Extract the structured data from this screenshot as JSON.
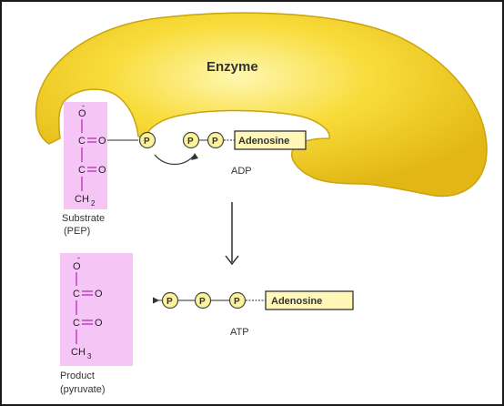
{
  "enzyme_label": "Enzyme",
  "substrate": {
    "atoms": [
      "O",
      "C",
      "O",
      "C",
      "O",
      "CH"
    ],
    "charge": "-",
    "subscript": "2",
    "label_line1": "Substrate",
    "label_line2": "(PEP)"
  },
  "product": {
    "atoms": [
      "O",
      "C",
      "O",
      "C",
      "O",
      "CH"
    ],
    "charge": "-",
    "subscript": "3",
    "label_line1": "Product",
    "label_line2": "(pyruvate)"
  },
  "phosphate_symbol": "P",
  "adenosine_label": "Adenosine",
  "adp_label": "ADP",
  "atp_label": "ATP",
  "colors": {
    "enzyme_fill": "#f6d21c",
    "enzyme_edge": "#c9a40c",
    "molecule_bg": "#f5c6f5",
    "bond": "#c040c0",
    "phosphate_fill": "#fbf29a",
    "adenosine_fill": "#fff6b8"
  }
}
